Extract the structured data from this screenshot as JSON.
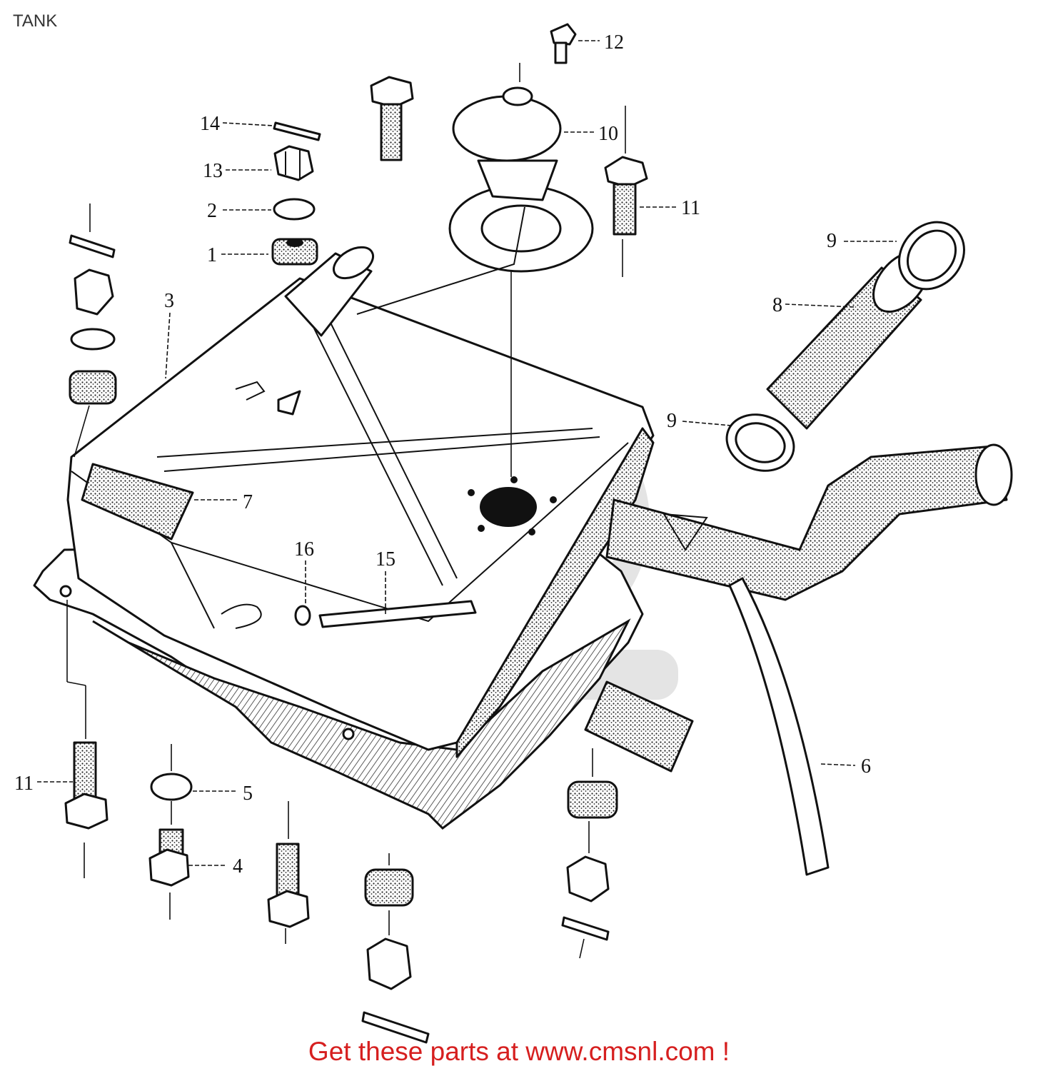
{
  "page": {
    "title": "TANK"
  },
  "callouts": [
    {
      "id": "c1",
      "label": "1"
    },
    {
      "id": "c2",
      "label": "2"
    },
    {
      "id": "c3",
      "label": "3"
    },
    {
      "id": "c4",
      "label": "4"
    },
    {
      "id": "c5",
      "label": "5"
    },
    {
      "id": "c6",
      "label": "6"
    },
    {
      "id": "c7",
      "label": "7"
    },
    {
      "id": "c8",
      "label": "8"
    },
    {
      "id": "c9a",
      "label": "9"
    },
    {
      "id": "c9b",
      "label": "9"
    },
    {
      "id": "c10",
      "label": "10"
    },
    {
      "id": "c11a",
      "label": "11"
    },
    {
      "id": "c11b",
      "label": "11"
    },
    {
      "id": "c12",
      "label": "12"
    },
    {
      "id": "c13",
      "label": "13"
    },
    {
      "id": "c14",
      "label": "14"
    },
    {
      "id": "c15",
      "label": "15"
    },
    {
      "id": "c16",
      "label": "16"
    }
  ],
  "footer": {
    "link_text": "Get these parts at www.cmsnl.com !",
    "link_color": "#d61f1f"
  }
}
